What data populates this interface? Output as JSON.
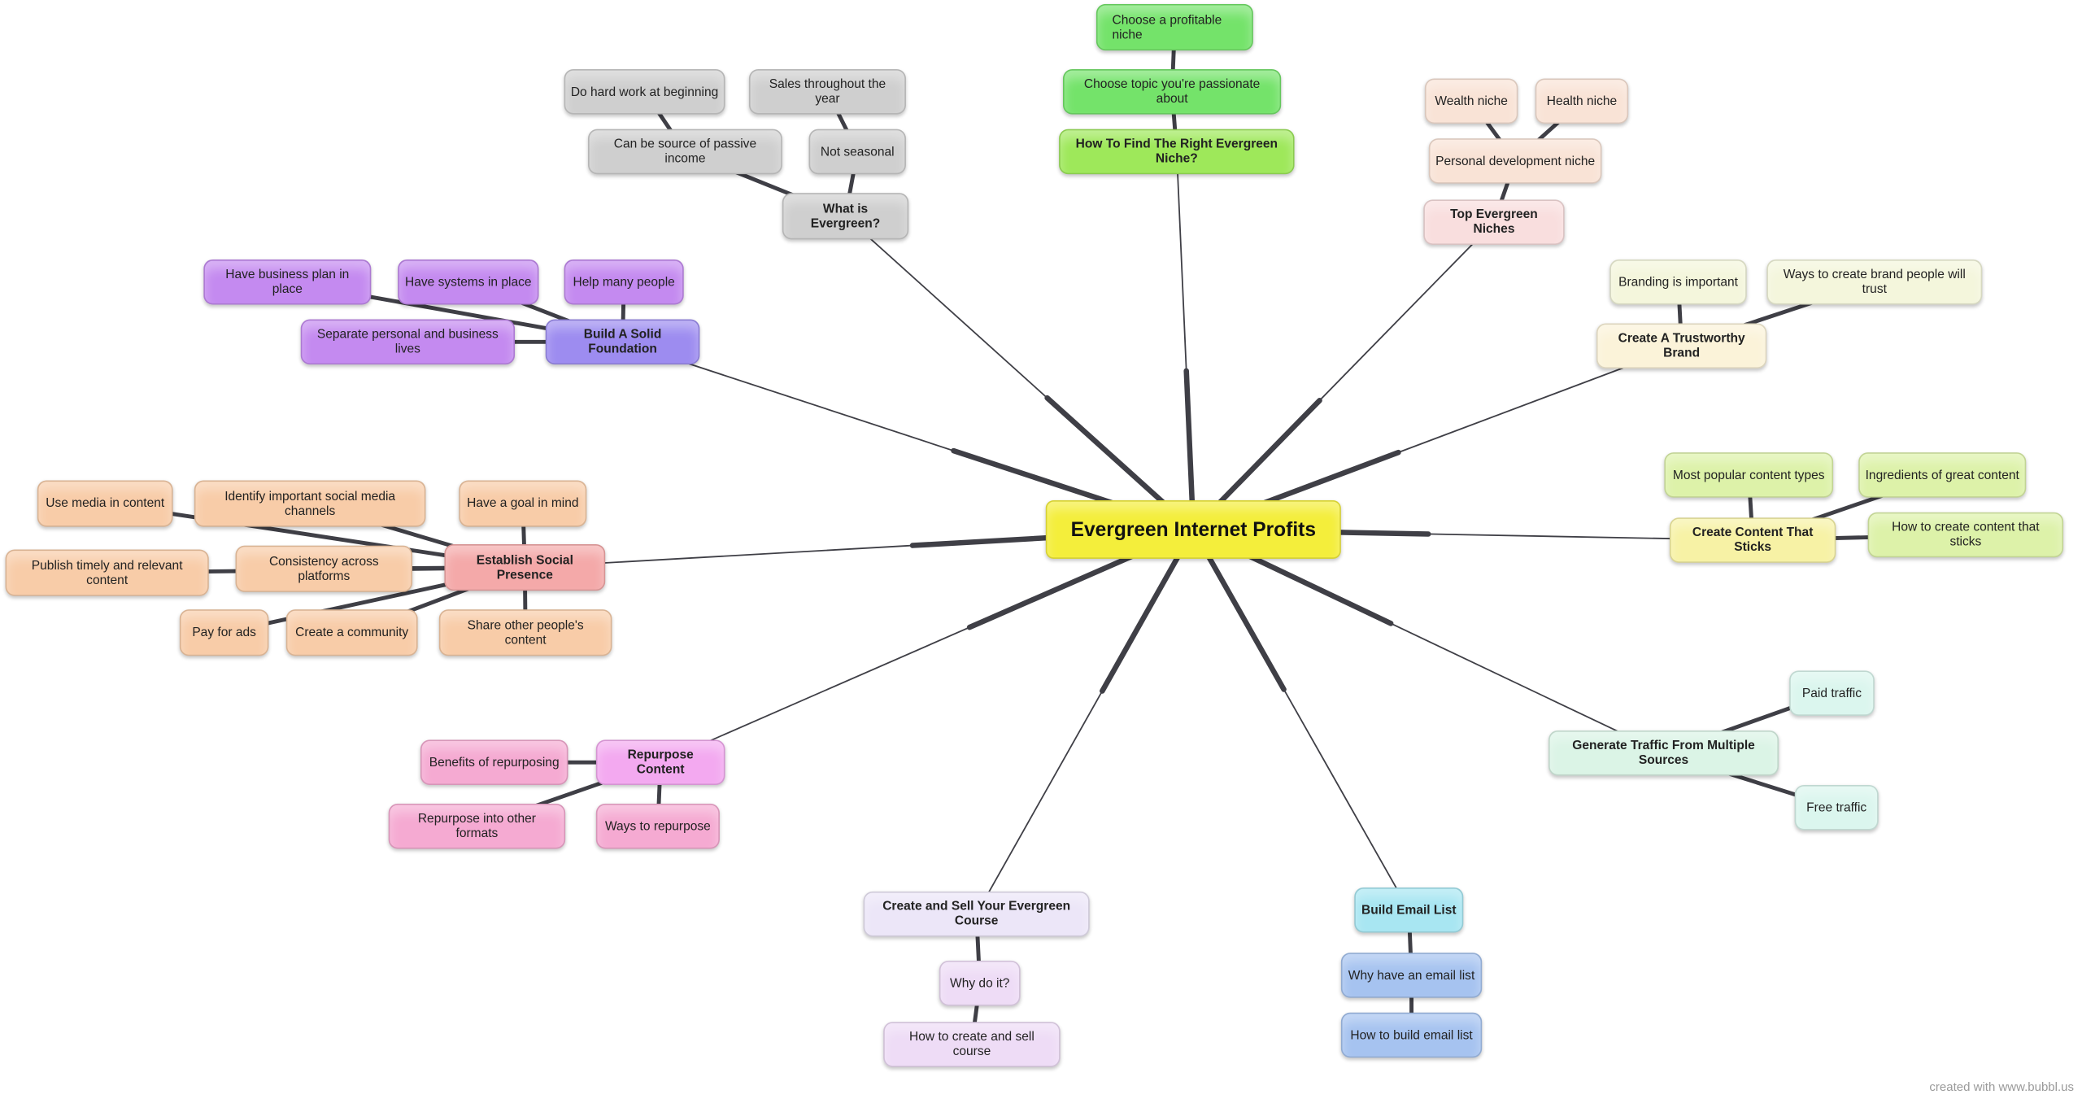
{
  "credit": "created with www.bubbl.us",
  "nodes": [
    {
      "id": "center",
      "label": "Evergreen Internet Profits",
      "color": "#f4ee3b",
      "kind": "central"
    },
    {
      "id": "niche",
      "label": "How To Find The Right Evergreen Niche?",
      "color": "#9ee85a",
      "kind": "branch"
    },
    {
      "id": "niche_topic",
      "label": "Choose topic you're passionate about",
      "color": "#74e36a",
      "kind": "leaf"
    },
    {
      "id": "niche_profitable",
      "label": "Choose a profitable niche",
      "color": "#74e36a",
      "kind": "leaf"
    },
    {
      "id": "whatis",
      "label": "What is Evergreen?",
      "color": "#cfcfcf",
      "kind": "branch"
    },
    {
      "id": "whatis_passive",
      "label": "Can be source of passive income",
      "color": "#cfcfcf",
      "kind": "leaf"
    },
    {
      "id": "whatis_hard",
      "label": "Do hard work at beginning",
      "color": "#cfcfcf",
      "kind": "leaf"
    },
    {
      "id": "whatis_seasonal",
      "label": "Not seasonal",
      "color": "#cfcfcf",
      "kind": "leaf"
    },
    {
      "id": "whatis_sales",
      "label": "Sales throughout the year",
      "color": "#cfcfcf",
      "kind": "leaf"
    },
    {
      "id": "niches",
      "label": "Top Evergreen Niches",
      "color": "#f9dede",
      "kind": "branch"
    },
    {
      "id": "niches_personal",
      "label": "Personal development niche",
      "color": "#f9e3d6",
      "kind": "leaf"
    },
    {
      "id": "niches_wealth",
      "label": "Wealth niche",
      "color": "#f9e3d6",
      "kind": "leaf"
    },
    {
      "id": "niches_health",
      "label": "Health niche",
      "color": "#f9e3d6",
      "kind": "leaf"
    },
    {
      "id": "foundation",
      "label": "Build A Solid Foundation",
      "color": "#9d8cf0",
      "kind": "branch"
    },
    {
      "id": "foundation_plan",
      "label": "Have business plan in place",
      "color": "#c48af0",
      "kind": "leaf"
    },
    {
      "id": "foundation_systems",
      "label": "Have systems in place",
      "color": "#c48af0",
      "kind": "leaf"
    },
    {
      "id": "foundation_help",
      "label": "Help many people",
      "color": "#c48af0",
      "kind": "leaf"
    },
    {
      "id": "foundation_separate",
      "label": "Separate personal and business lives",
      "color": "#c48af0",
      "kind": "leaf"
    },
    {
      "id": "brand",
      "label": "Create A Trustworthy Brand",
      "color": "#fbf3d9",
      "kind": "branch"
    },
    {
      "id": "brand_important",
      "label": "Branding is important",
      "color": "#f4f6dc",
      "kind": "leaf"
    },
    {
      "id": "brand_ways",
      "label": "Ways to create brand people will trust",
      "color": "#f4f6dc",
      "kind": "leaf"
    },
    {
      "id": "social",
      "label": "Establish Social Presence",
      "color": "#f4a9a9",
      "kind": "branch"
    },
    {
      "id": "social_media",
      "label": "Use media in content",
      "color": "#f8cca8",
      "kind": "leaf"
    },
    {
      "id": "social_channels",
      "label": "Identify important social media channels",
      "color": "#f8cca8",
      "kind": "leaf"
    },
    {
      "id": "social_goal",
      "label": "Have a goal in mind",
      "color": "#f8cca8",
      "kind": "leaf"
    },
    {
      "id": "social_timely",
      "label": "Publish timely and relevant content",
      "color": "#f8cca8",
      "kind": "leaf"
    },
    {
      "id": "social_consistency",
      "label": "Consistency across platforms",
      "color": "#f8cca8",
      "kind": "leaf"
    },
    {
      "id": "social_ads",
      "label": "Pay for ads",
      "color": "#f8cca8",
      "kind": "leaf"
    },
    {
      "id": "social_community",
      "label": "Create a community",
      "color": "#f8cca8",
      "kind": "leaf"
    },
    {
      "id": "social_share",
      "label": "Share other people's content",
      "color": "#f8cca8",
      "kind": "leaf"
    },
    {
      "id": "content",
      "label": "Create Content That Sticks",
      "color": "#f7f2a5",
      "kind": "branch"
    },
    {
      "id": "content_popular",
      "label": "Most popular content types",
      "color": "#ddf2a9",
      "kind": "leaf"
    },
    {
      "id": "content_ingredients",
      "label": "Ingredients of great content",
      "color": "#ddf2a9",
      "kind": "leaf"
    },
    {
      "id": "content_how",
      "label": "How to create content that sticks",
      "color": "#ddf2a9",
      "kind": "leaf"
    },
    {
      "id": "repurpose",
      "label": "Repurpose Content",
      "color": "#f3a9f0",
      "kind": "branch"
    },
    {
      "id": "repurpose_benefits",
      "label": "Benefits of repurposing",
      "color": "#f5aad2",
      "kind": "leaf"
    },
    {
      "id": "repurpose_formats",
      "label": "Repurpose into other formats",
      "color": "#f5aad2",
      "kind": "leaf"
    },
    {
      "id": "repurpose_ways",
      "label": "Ways to repurpose",
      "color": "#f5aad2",
      "kind": "leaf"
    },
    {
      "id": "traffic",
      "label": "Generate Traffic From Multiple Sources",
      "color": "#dbf4e6",
      "kind": "branch"
    },
    {
      "id": "traffic_paid",
      "label": "Paid traffic",
      "color": "#dbf6ee",
      "kind": "leaf"
    },
    {
      "id": "traffic_free",
      "label": "Free traffic",
      "color": "#dbf6ee",
      "kind": "leaf"
    },
    {
      "id": "course",
      "label": "Create and Sell Your Evergreen Course",
      "color": "#ece6f8",
      "kind": "branch"
    },
    {
      "id": "course_why",
      "label": "Why do it?",
      "color": "#eedcf6",
      "kind": "leaf"
    },
    {
      "id": "course_how",
      "label": "How to create and sell course",
      "color": "#eedcf6",
      "kind": "leaf"
    },
    {
      "id": "email",
      "label": "Build Email List",
      "color": "#a8e6f2",
      "kind": "branch"
    },
    {
      "id": "email_why",
      "label": "Why have an email list",
      "color": "#a6c3f0",
      "kind": "leaf"
    },
    {
      "id": "email_how",
      "label": "How to build email list",
      "color": "#a6c3f0",
      "kind": "leaf"
    }
  ],
  "links": [
    [
      "center",
      "niche"
    ],
    [
      "center",
      "whatis"
    ],
    [
      "center",
      "niches"
    ],
    [
      "center",
      "foundation"
    ],
    [
      "center",
      "brand"
    ],
    [
      "center",
      "social"
    ],
    [
      "center",
      "content"
    ],
    [
      "center",
      "repurpose"
    ],
    [
      "center",
      "traffic"
    ],
    [
      "center",
      "course"
    ],
    [
      "center",
      "email"
    ],
    [
      "niche",
      "niche_topic"
    ],
    [
      "niche_topic",
      "niche_profitable"
    ],
    [
      "whatis",
      "whatis_passive"
    ],
    [
      "whatis_passive",
      "whatis_hard"
    ],
    [
      "whatis",
      "whatis_seasonal"
    ],
    [
      "whatis_seasonal",
      "whatis_sales"
    ],
    [
      "niches",
      "niches_personal"
    ],
    [
      "niches_personal",
      "niches_wealth"
    ],
    [
      "niches_personal",
      "niches_health"
    ],
    [
      "foundation",
      "foundation_plan"
    ],
    [
      "foundation",
      "foundation_systems"
    ],
    [
      "foundation",
      "foundation_help"
    ],
    [
      "foundation",
      "foundation_separate"
    ],
    [
      "brand",
      "brand_important"
    ],
    [
      "brand",
      "brand_ways"
    ],
    [
      "social",
      "social_media"
    ],
    [
      "social",
      "social_channels"
    ],
    [
      "social",
      "social_goal"
    ],
    [
      "social",
      "social_timely"
    ],
    [
      "social",
      "social_consistency"
    ],
    [
      "social",
      "social_ads"
    ],
    [
      "social",
      "social_community"
    ],
    [
      "social",
      "social_share"
    ],
    [
      "content",
      "content_popular"
    ],
    [
      "content",
      "content_ingredients"
    ],
    [
      "content",
      "content_how"
    ],
    [
      "repurpose",
      "repurpose_benefits"
    ],
    [
      "repurpose",
      "repurpose_formats"
    ],
    [
      "repurpose",
      "repurpose_ways"
    ],
    [
      "traffic",
      "traffic_paid"
    ],
    [
      "traffic",
      "traffic_free"
    ],
    [
      "course",
      "course_why"
    ],
    [
      "course_why",
      "course_how"
    ],
    [
      "email",
      "email_why"
    ],
    [
      "email_why",
      "email_how"
    ]
  ]
}
